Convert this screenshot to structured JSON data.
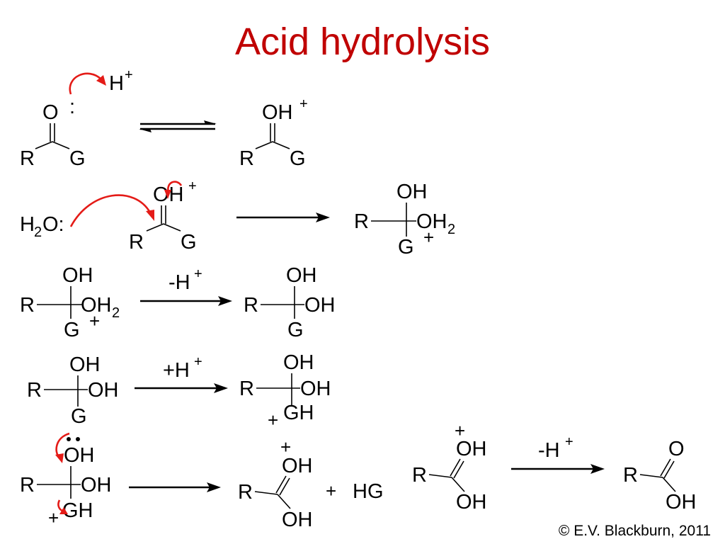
{
  "title": "Acid hydrolysis",
  "copyright": "© E.V. Blackburn, 2011",
  "labels": {
    "R": "R",
    "G": "G",
    "O": "O",
    "OH": "OH",
    "H": "H",
    "HG": "HG",
    "GH": "GH",
    "H2O": "H",
    "two": "2",
    "O_colon": "O:",
    "plus": "+",
    "colon": ":",
    "minusH": "-H",
    "plusH": "+H"
  },
  "arrow_labels": {
    "step3": "-H",
    "step4": "+H",
    "step5b": "-H",
    "superscript": "+"
  },
  "colors": {
    "title": "#c00000",
    "curly_arrow": "#e41b17",
    "text": "#000000"
  }
}
